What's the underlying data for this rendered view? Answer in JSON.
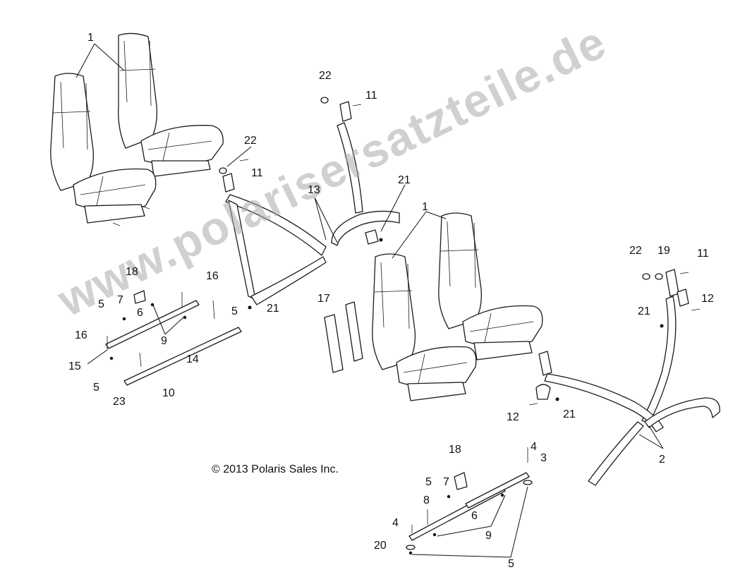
{
  "watermark": "www.polarisersatzteile.de",
  "copyright": "© 2013 Polaris Sales Inc.",
  "callouts": [
    {
      "id": "c1a",
      "text": "1"
    },
    {
      "id": "c22a",
      "text": "22"
    },
    {
      "id": "c11a",
      "text": "11"
    },
    {
      "id": "c22b",
      "text": "22"
    },
    {
      "id": "c11b",
      "text": "11"
    },
    {
      "id": "c13",
      "text": "13"
    },
    {
      "id": "c21a",
      "text": "21"
    },
    {
      "id": "c1b",
      "text": "1"
    },
    {
      "id": "c22c",
      "text": "22"
    },
    {
      "id": "c19",
      "text": "19"
    },
    {
      "id": "c11c",
      "text": "11"
    },
    {
      "id": "c12a",
      "text": "12"
    },
    {
      "id": "c21b",
      "text": "21"
    },
    {
      "id": "c18a",
      "text": "18"
    },
    {
      "id": "c16a",
      "text": "16"
    },
    {
      "id": "c5a",
      "text": "5"
    },
    {
      "id": "c7a",
      "text": "7"
    },
    {
      "id": "c6a",
      "text": "6"
    },
    {
      "id": "c16b",
      "text": "16"
    },
    {
      "id": "c9a",
      "text": "9"
    },
    {
      "id": "c5b",
      "text": "5"
    },
    {
      "id": "c15",
      "text": "15"
    },
    {
      "id": "c14",
      "text": "14"
    },
    {
      "id": "c5c",
      "text": "5"
    },
    {
      "id": "c23",
      "text": "23"
    },
    {
      "id": "c10",
      "text": "10"
    },
    {
      "id": "c21c",
      "text": "21"
    },
    {
      "id": "c17",
      "text": "17"
    },
    {
      "id": "c12b",
      "text": "12"
    },
    {
      "id": "c21d",
      "text": "21"
    },
    {
      "id": "c2",
      "text": "2"
    },
    {
      "id": "c18b",
      "text": "18"
    },
    {
      "id": "c4a",
      "text": "4"
    },
    {
      "id": "c3",
      "text": "3"
    },
    {
      "id": "c5d",
      "text": "5"
    },
    {
      "id": "c7b",
      "text": "7"
    },
    {
      "id": "c8",
      "text": "8"
    },
    {
      "id": "c6b",
      "text": "6"
    },
    {
      "id": "c4b",
      "text": "4"
    },
    {
      "id": "c9b",
      "text": "9"
    },
    {
      "id": "c20",
      "text": "20"
    },
    {
      "id": "c5e",
      "text": "5"
    }
  ]
}
